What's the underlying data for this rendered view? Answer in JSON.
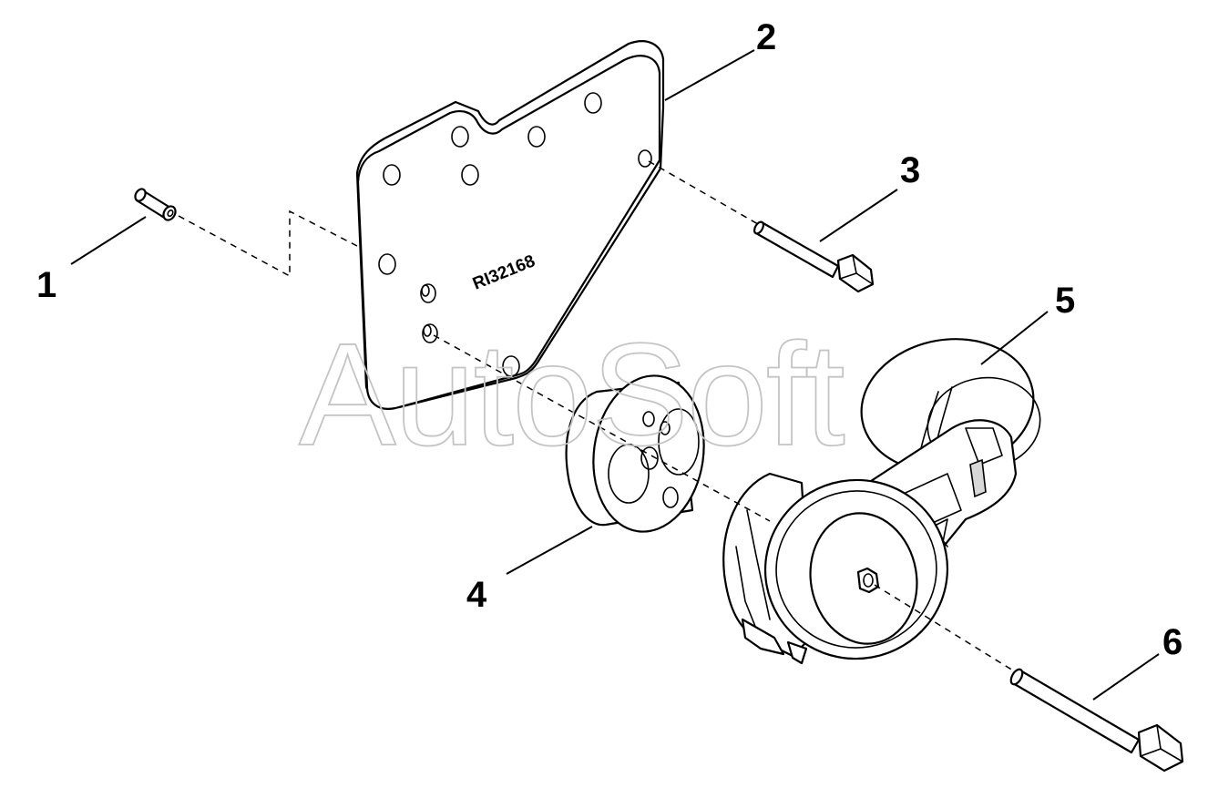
{
  "diagram": {
    "watermark": "AutoSoft",
    "part_stamp": "RI32168",
    "callouts": [
      {
        "id": "1",
        "part": "dowel-pin"
      },
      {
        "id": "2",
        "part": "mounting-plate"
      },
      {
        "id": "3",
        "part": "plate-bolt"
      },
      {
        "id": "4",
        "part": "spacer"
      },
      {
        "id": "5",
        "part": "belt-tensioner"
      },
      {
        "id": "6",
        "part": "tensioner-bolt"
      }
    ]
  }
}
